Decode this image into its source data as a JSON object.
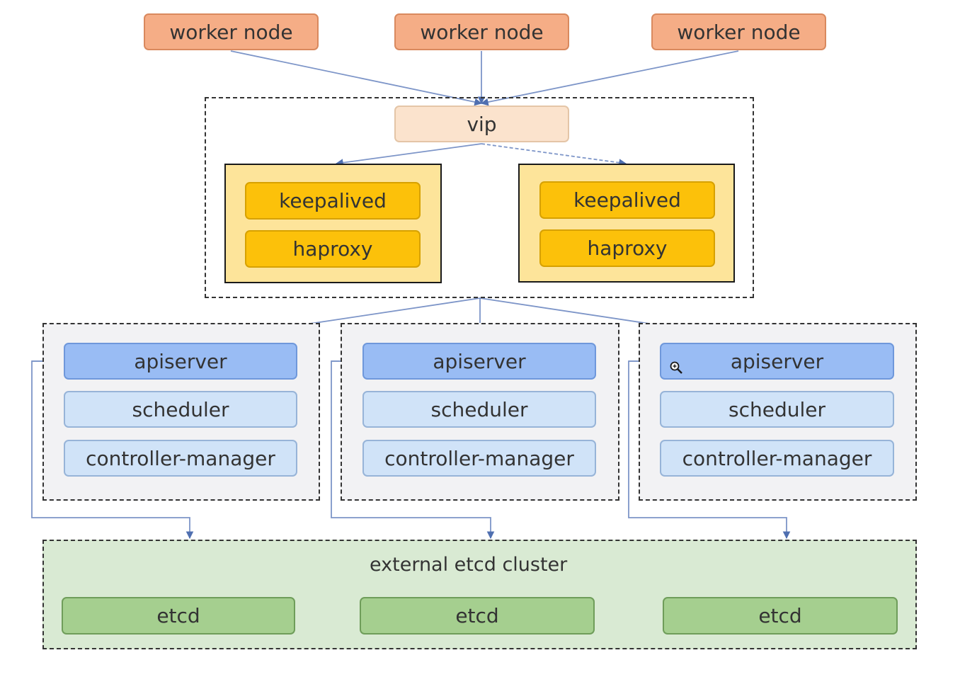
{
  "workers": [
    "worker node",
    "worker node",
    "worker node"
  ],
  "vip": "vip",
  "load_balancers": [
    {
      "keepalived": "keepalived",
      "haproxy": "haproxy"
    },
    {
      "keepalived": "keepalived",
      "haproxy": "haproxy"
    }
  ],
  "masters": [
    {
      "apiserver": "apiserver",
      "scheduler": "scheduler",
      "controller": "controller-manager"
    },
    {
      "apiserver": "apiserver",
      "scheduler": "scheduler",
      "controller": "controller-manager"
    },
    {
      "apiserver": "apiserver",
      "scheduler": "scheduler",
      "controller": "controller-manager"
    }
  ],
  "etcd_cluster": {
    "label": "external etcd cluster",
    "nodes": [
      "etcd",
      "etcd",
      "etcd"
    ]
  },
  "colors": {
    "worker": "#f5ad86",
    "vip": "#fbe3cd",
    "lb_frame": "#fde49a",
    "lb_box": "#fcc10a",
    "apiserver": "#99bcf4",
    "component": "#d0e3f8",
    "master_bg": "#f2f2f4",
    "etcd_cluster": "#d9ead3",
    "etcd": "#a5cf8f",
    "connector": "#7d95c8"
  }
}
